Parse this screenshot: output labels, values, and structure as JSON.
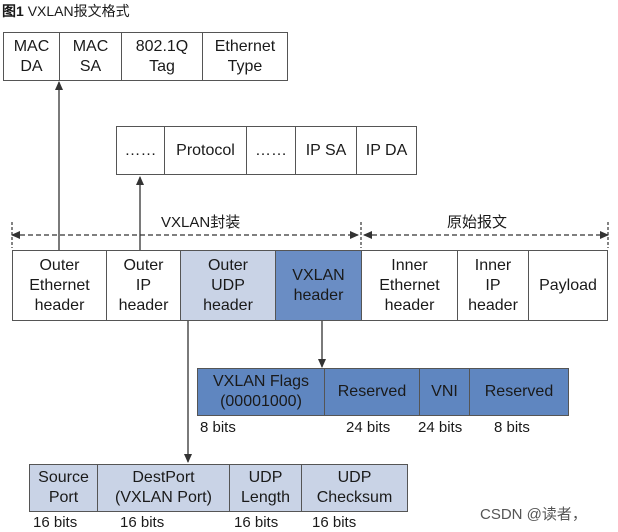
{
  "caption": {
    "figure_no": "图1",
    "title": "VXLAN报文格式"
  },
  "colors": {
    "outer_udp_fill": "#c9d3e6",
    "vxlan_header_fill": "#6a8dc4",
    "vxlan_fields_fill": "#5f86c0",
    "udp_fields_fill": "#c9d3e6",
    "line": "#444444"
  },
  "ethernet_fields": [
    {
      "label": "MAC\nDA"
    },
    {
      "label": "MAC\nSA"
    },
    {
      "label": "802.1Q\nTag"
    },
    {
      "label": "Ethernet\nType"
    }
  ],
  "ip_fields": [
    {
      "label": "……"
    },
    {
      "label": "Protocol"
    },
    {
      "label": "……"
    },
    {
      "label": "IP SA"
    },
    {
      "label": "IP DA"
    }
  ],
  "span_labels": {
    "vxlan_encap": "VXLAN封装",
    "original_packet": "原始报文"
  },
  "packet": [
    {
      "label": "Outer\nEthernet\nheader"
    },
    {
      "label": "Outer\nIP\nheader"
    },
    {
      "label": "Outer\nUDP\nheader"
    },
    {
      "label": "VXLAN\nheader"
    },
    {
      "label": "Inner\nEthernet\nheader"
    },
    {
      "label": "Inner\nIP\nheader"
    },
    {
      "label": "Payload"
    }
  ],
  "vxlan_fields": [
    {
      "label": "VXLAN Flags\n(00001000)",
      "size": "8 bits"
    },
    {
      "label": "Reserved",
      "size": "24 bits"
    },
    {
      "label": "VNI",
      "size": "24 bits"
    },
    {
      "label": "Reserved",
      "size": "8 bits"
    }
  ],
  "udp_fields": [
    {
      "label": "Source\nPort",
      "size": "16 bits"
    },
    {
      "label": "DestPort\n(VXLAN Port)",
      "size": "16 bits"
    },
    {
      "label": "UDP\nLength",
      "size": "16 bits"
    },
    {
      "label": "UDP\nChecksum",
      "size": "16 bits"
    }
  ],
  "watermark": "CSDN @读者，"
}
